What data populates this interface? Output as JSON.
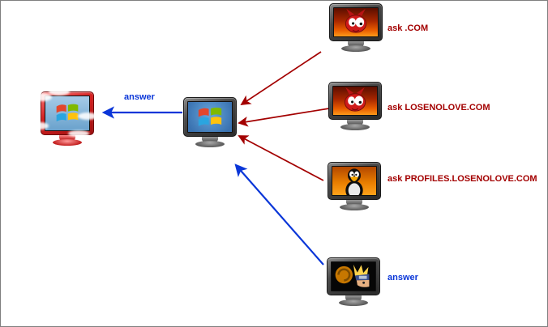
{
  "diagram": {
    "nodes": {
      "client": {
        "icon": "windows-logo-icon",
        "highlight_color": "#cc2222",
        "decoration": "cloud-icons"
      },
      "resolver": {
        "icon": "windows-logo-icon"
      },
      "server_root": {
        "icon": "freebsd-daemon-icon"
      },
      "server_tld": {
        "icon": "freebsd-daemon-icon"
      },
      "server_auth": {
        "icon": "tux-icon"
      },
      "server_answer": {
        "icon": "anime-avatar-icon"
      }
    },
    "edges": {
      "query_root_label": "ask .COM",
      "query_tld_label": "ask LOSENOLOVE.COM",
      "query_auth_label": "ask PROFILES.LOSENOLOVE.COM",
      "answer_from_server_label": "answer",
      "answer_to_client_label": "answer",
      "query_color": "#a30000",
      "answer_color": "#0a36d8"
    }
  }
}
